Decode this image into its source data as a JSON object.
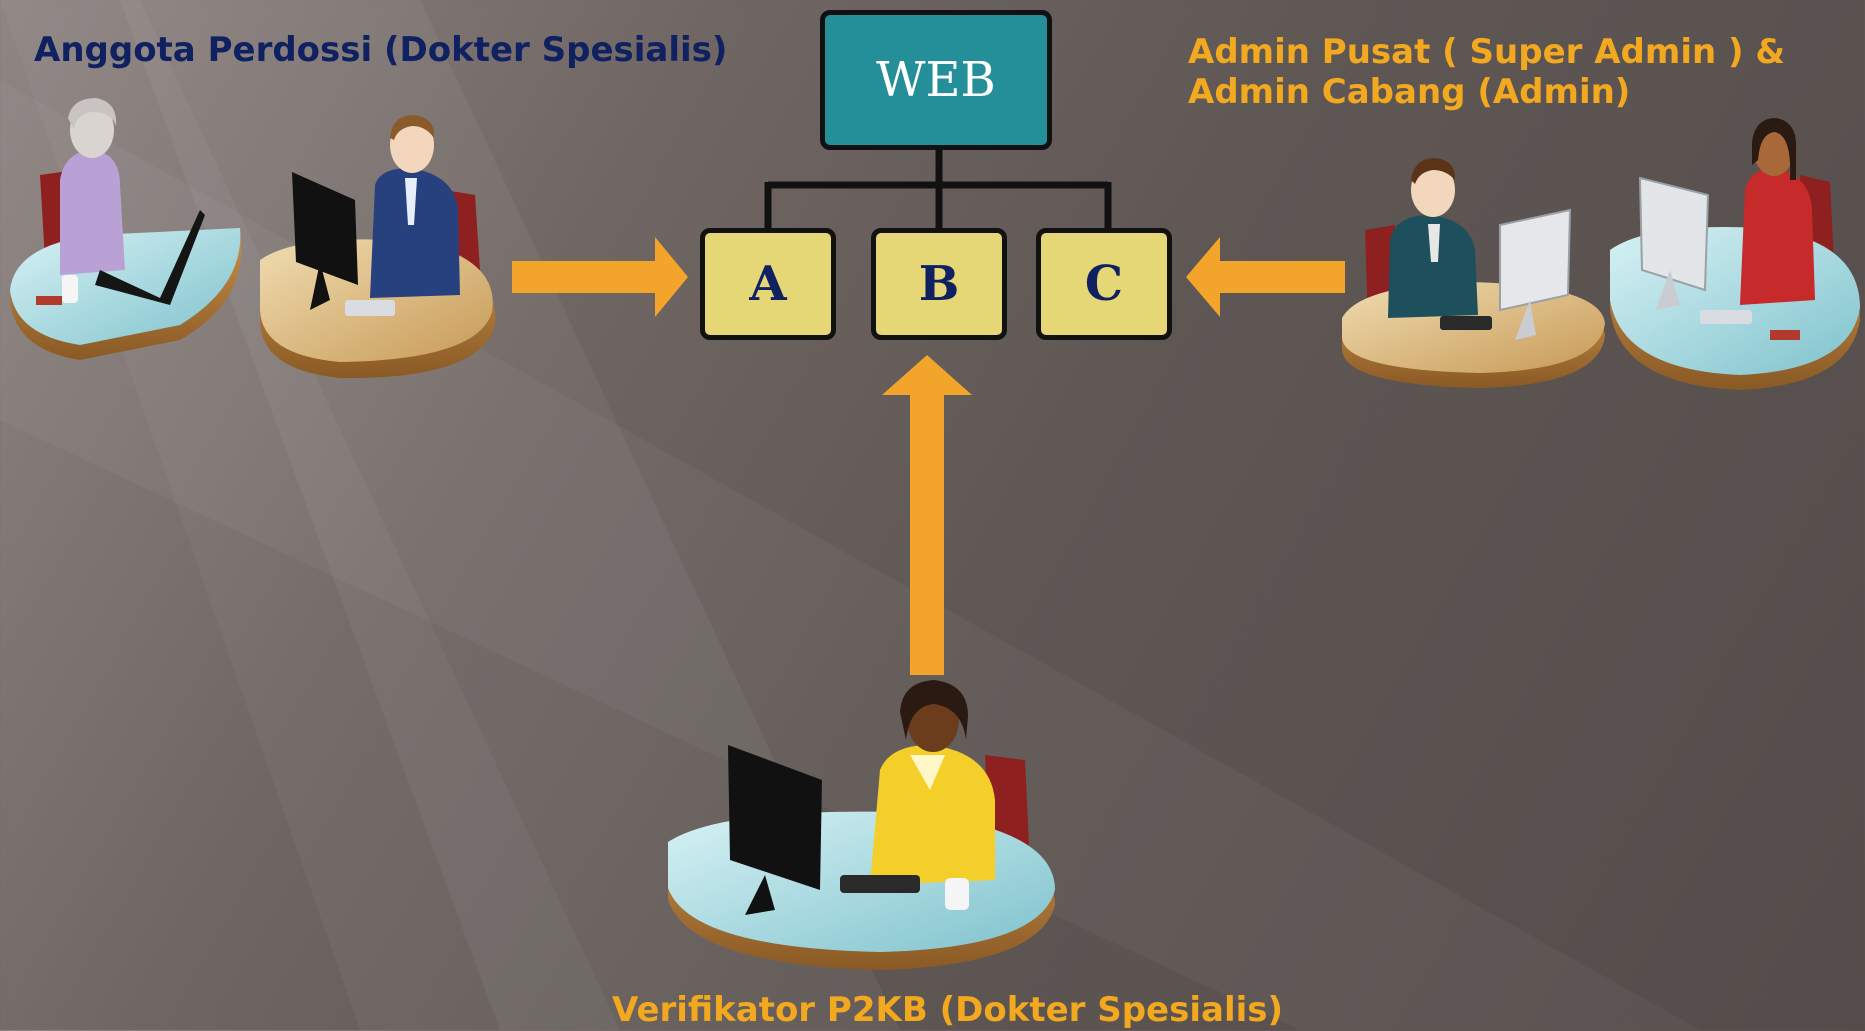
{
  "labels": {
    "members": "Anggota Perdossi (Dokter Spesialis)",
    "admins_line1": "Admin Pusat ( Super Admin )  &",
    "admins_line2": "Admin Cabang (Admin)",
    "verifier": "Verifikator P2KB (Dokter Spesialis)"
  },
  "nodes": {
    "web": "WEB",
    "modules": [
      "A",
      "B",
      "C"
    ]
  },
  "colors": {
    "arrow": "#f2a52a",
    "web_box": "#258f99",
    "module_box": "#e6d776",
    "navy_text": "#0f2160",
    "gold_text": "#f2a81f"
  },
  "icons": [
    "doctor-laptop-icon",
    "doctor-desktop-icon",
    "admin-headset-icon",
    "admin-desktop-icon",
    "verifier-desktop-icon"
  ]
}
